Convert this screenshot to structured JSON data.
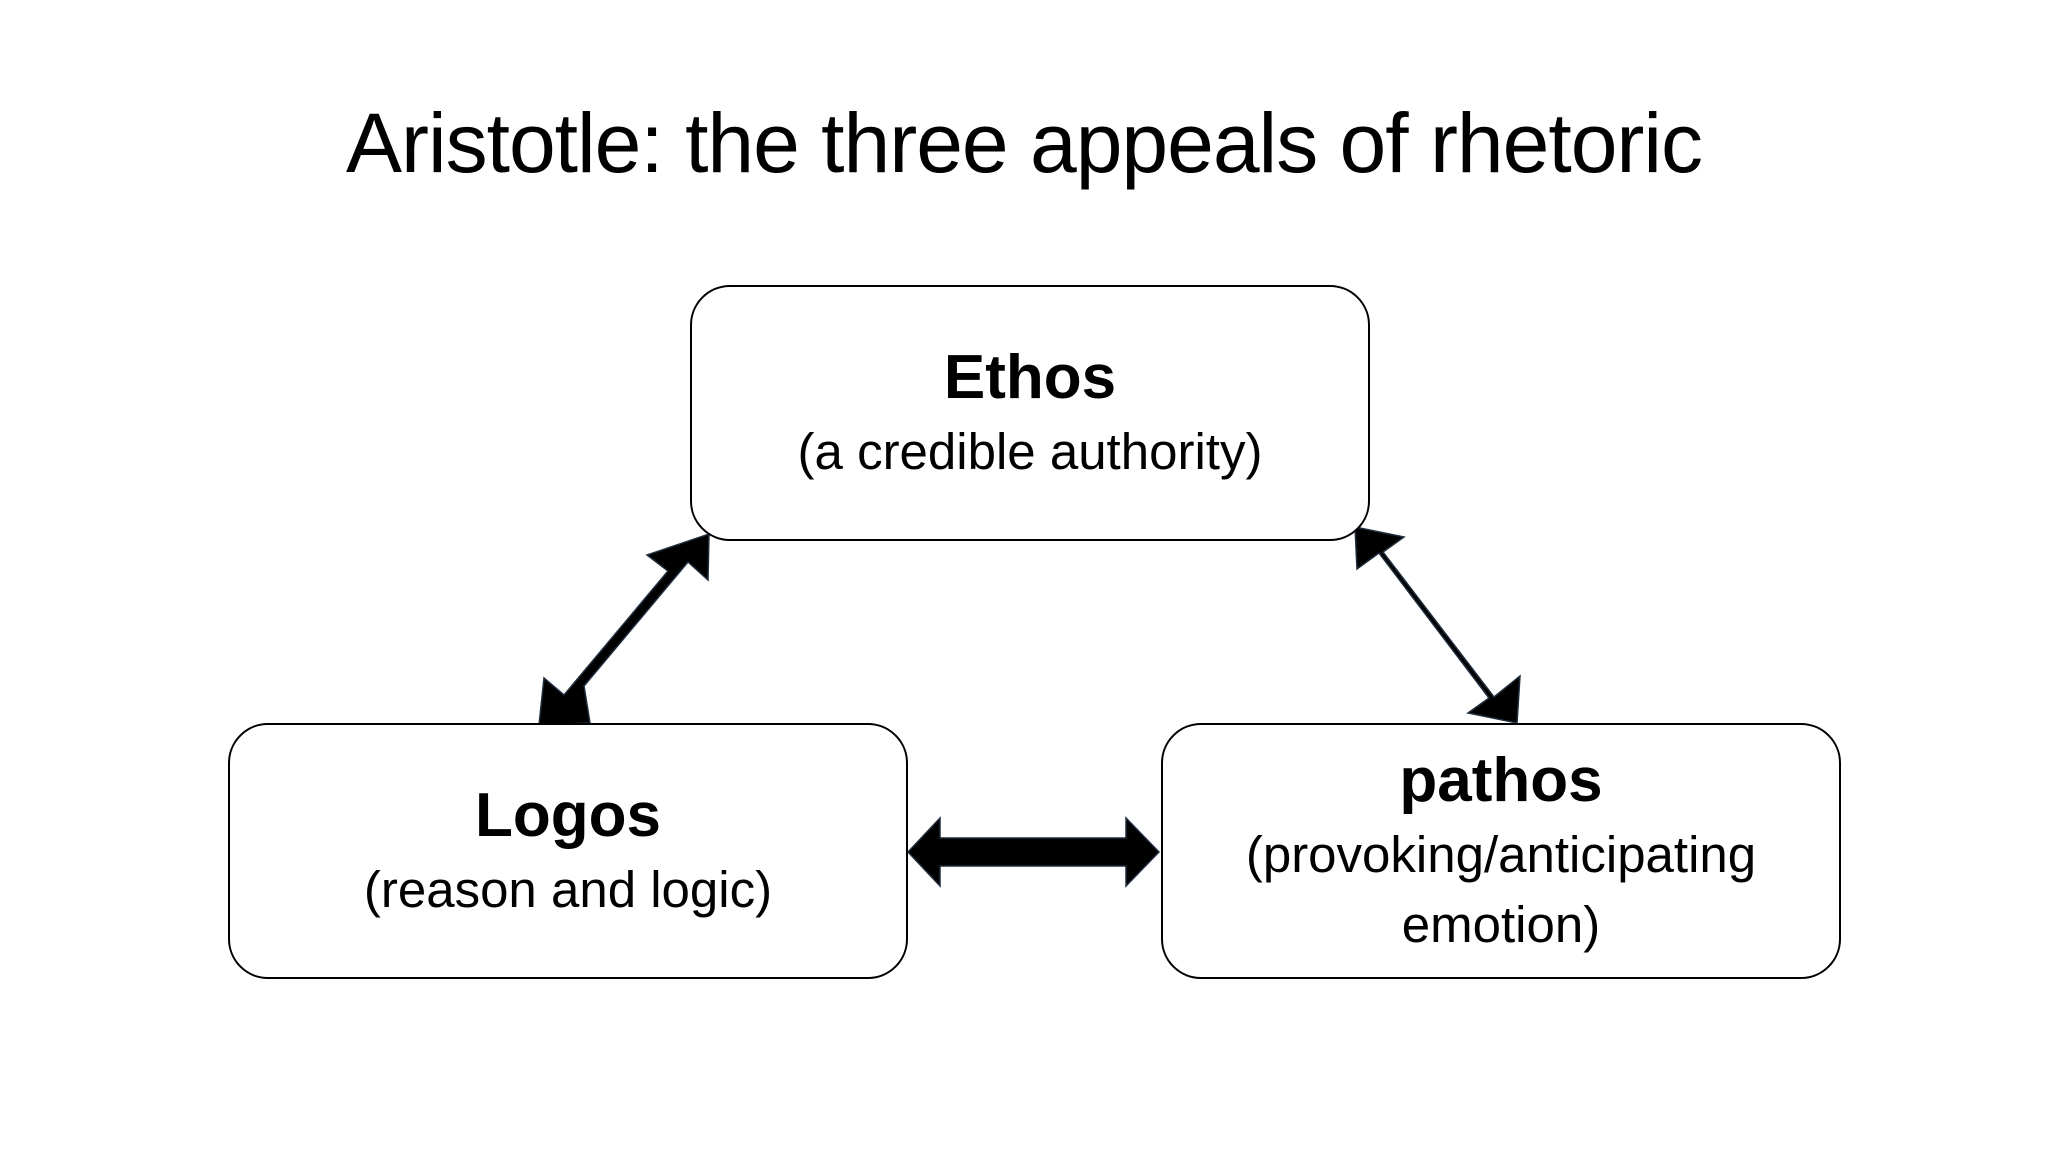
{
  "title": "Aristotle: the three appeals of rhetoric",
  "nodes": {
    "ethos": {
      "label": "Ethos",
      "description": "(a credible authority)"
    },
    "logos": {
      "label": "Logos",
      "description": "(reason and logic)"
    },
    "pathos": {
      "label": "pathos",
      "description": "(provoking/anticipating emotion)"
    }
  },
  "edges": [
    {
      "from": "logos",
      "to": "ethos",
      "direction": "both"
    },
    {
      "from": "ethos",
      "to": "pathos",
      "direction": "both"
    },
    {
      "from": "logos",
      "to": "pathos",
      "direction": "both"
    }
  ],
  "colors": {
    "arrow": "#000000",
    "box_border": "#000000",
    "background": "#ffffff"
  }
}
